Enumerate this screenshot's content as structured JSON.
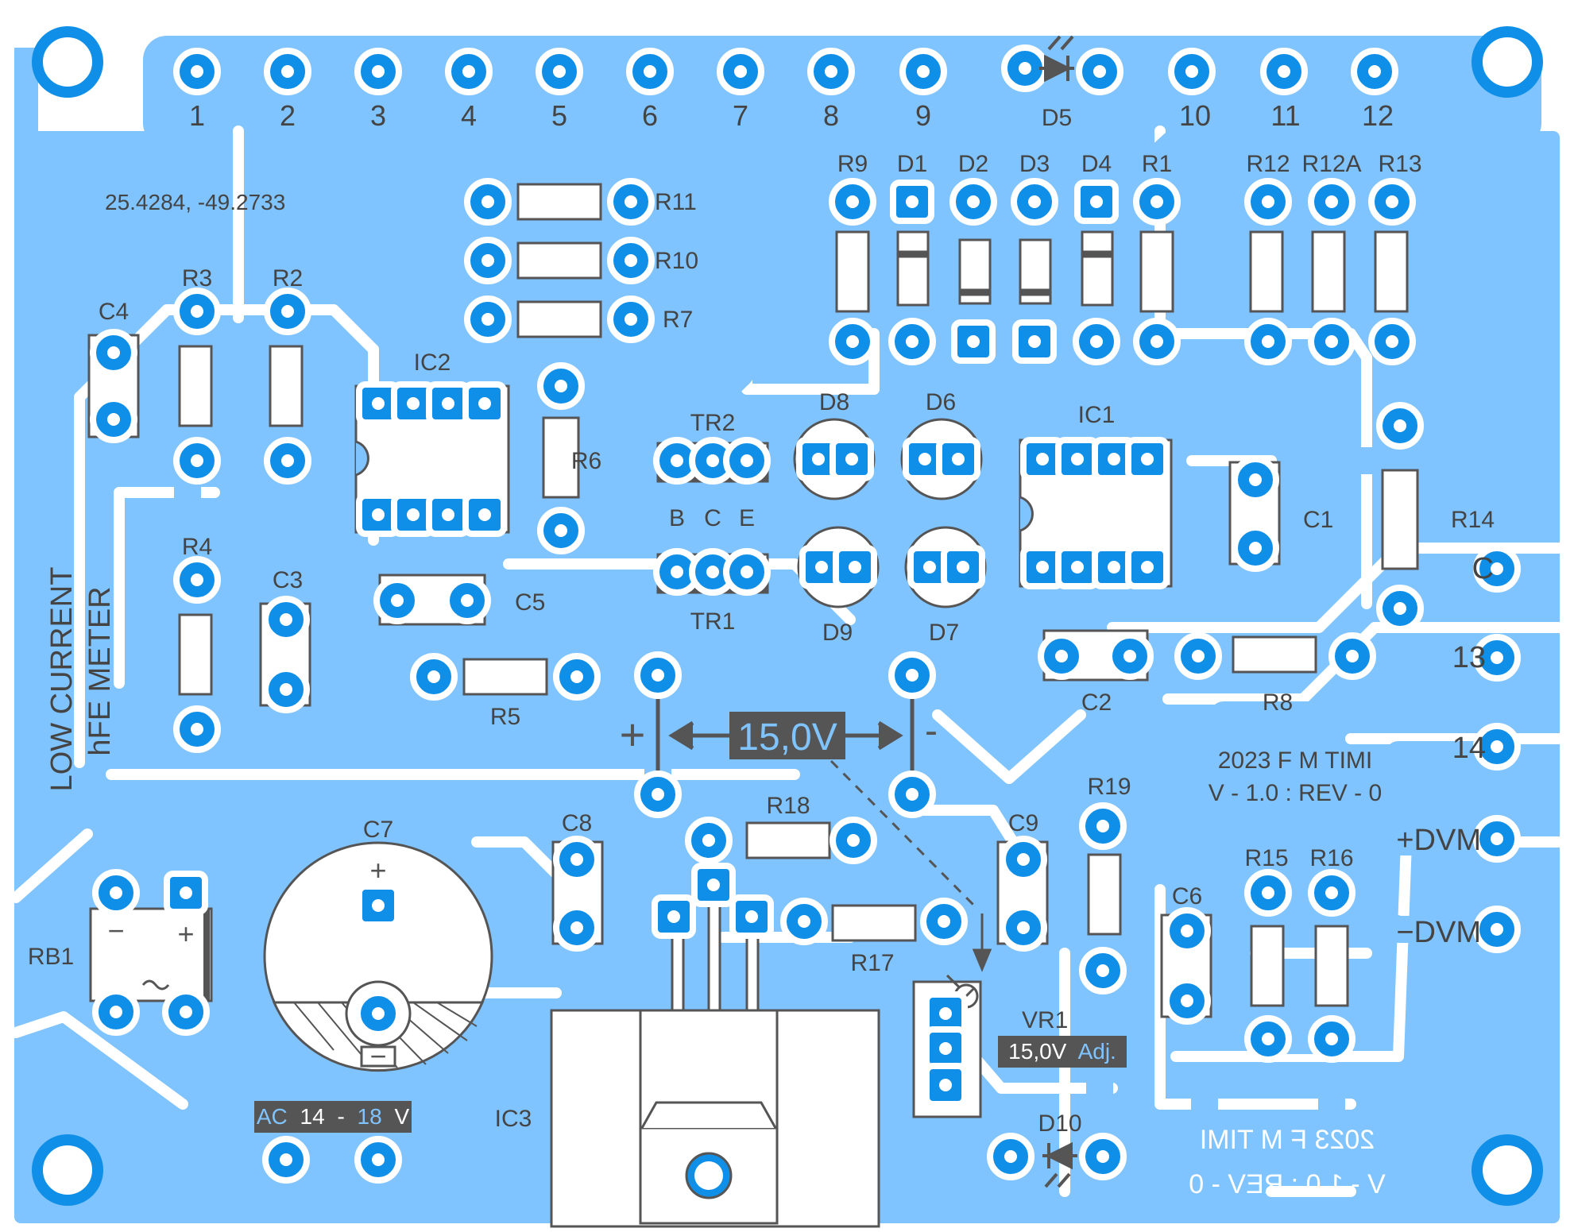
{
  "board": {
    "colors": {
      "background": "#ffffff",
      "copper": "#80c4ff",
      "pad": "#0f8fe8",
      "hole": "#ffffff",
      "silk": "#555555",
      "label": "#444444",
      "tag_background": "#555555",
      "tag_text": "#ffffff",
      "tag_accent": "#80c4ff",
      "mirror_text": "#ffffff",
      "border": "#e05050"
    },
    "coordinates": "25.4284, -49.2733",
    "title_line1": "LOW CURRENT",
    "title_line2": "hFE METER",
    "credit_line1": "2023 F M TIMI",
    "credit_line2": "V - 1.0 : REV - 0",
    "mirror_line1": "2023 F M TIMI",
    "mirror_line2": "V - 1.0 : REV - 0",
    "voltage_tag": "15,0V",
    "plus_sign": "+",
    "minus_sign": "-",
    "ac_tag": {
      "prefix": "AC",
      "low": "14",
      "dash": "-",
      "high": "18",
      "unit": "V"
    },
    "vr_tag": {
      "value": "15,0V",
      "suffix": "Adj."
    },
    "transistor_pins": [
      "B",
      "C",
      "E"
    ],
    "connectors": {
      "top": [
        "1",
        "2",
        "3",
        "4",
        "5",
        "6",
        "7",
        "8",
        "9",
        "10",
        "11",
        "12"
      ],
      "right": [
        "C",
        "13",
        "14",
        "+DVM",
        "−DVM"
      ]
    },
    "components": {
      "resistors": [
        "R1",
        "R2",
        "R3",
        "R4",
        "R5",
        "R6",
        "R7",
        "R8",
        "R9",
        "R10",
        "R11",
        "R12",
        "R12A",
        "R13",
        "R14",
        "R15",
        "R16",
        "R17",
        "R18",
        "R19"
      ],
      "capacitors": [
        "C1",
        "C2",
        "C3",
        "C4",
        "C5",
        "C6",
        "C7",
        "C8",
        "C9"
      ],
      "diodes": [
        "D1",
        "D2",
        "D3",
        "D4",
        "D5",
        "D6",
        "D7",
        "D8",
        "D9",
        "D10"
      ],
      "ics": [
        "IC1",
        "IC2",
        "IC3"
      ],
      "transistors": [
        "TR1",
        "TR2"
      ],
      "bridge": "RB1",
      "trimmer": "VR1"
    }
  }
}
